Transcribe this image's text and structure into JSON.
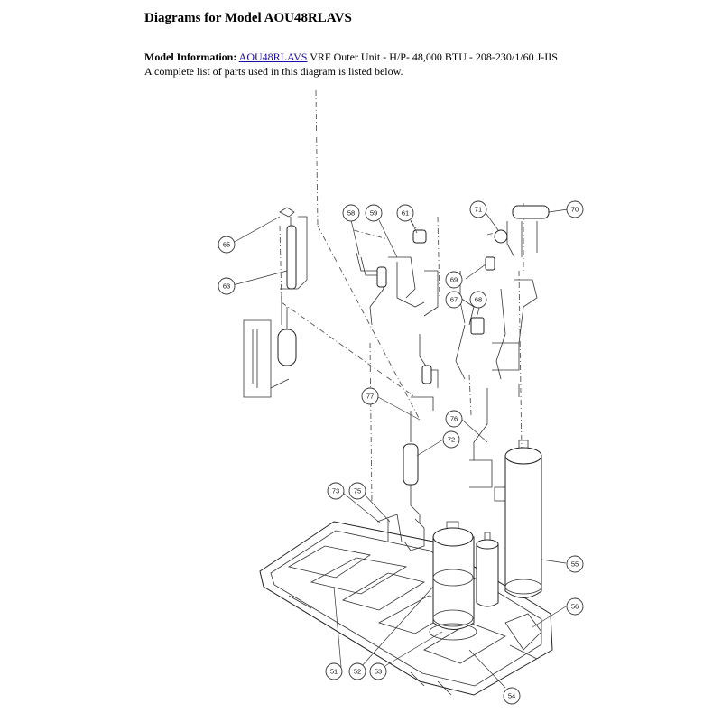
{
  "header": {
    "title": "Diagrams for Model AOU48RLAVS",
    "info_label": "Model Information:",
    "model_link": "AOU48RLAVS",
    "model_description": "VRF Outer Unit - H/P- 48,000 BTU - 208-230/1/60 J-IIS",
    "parts_note": "A complete list of parts used in this diagram is listed below."
  },
  "callouts": [
    {
      "label": "65"
    },
    {
      "label": "63"
    },
    {
      "label": "58"
    },
    {
      "label": "59"
    },
    {
      "label": "61"
    },
    {
      "label": "71"
    },
    {
      "label": "70"
    },
    {
      "label": "69"
    },
    {
      "label": "67"
    },
    {
      "label": "68"
    },
    {
      "label": "77"
    },
    {
      "label": "76"
    },
    {
      "label": "72"
    },
    {
      "label": "73"
    },
    {
      "label": "75"
    },
    {
      "label": "55"
    },
    {
      "label": "56"
    },
    {
      "label": "51"
    },
    {
      "label": "52"
    },
    {
      "label": "53"
    },
    {
      "label": "54"
    }
  ]
}
